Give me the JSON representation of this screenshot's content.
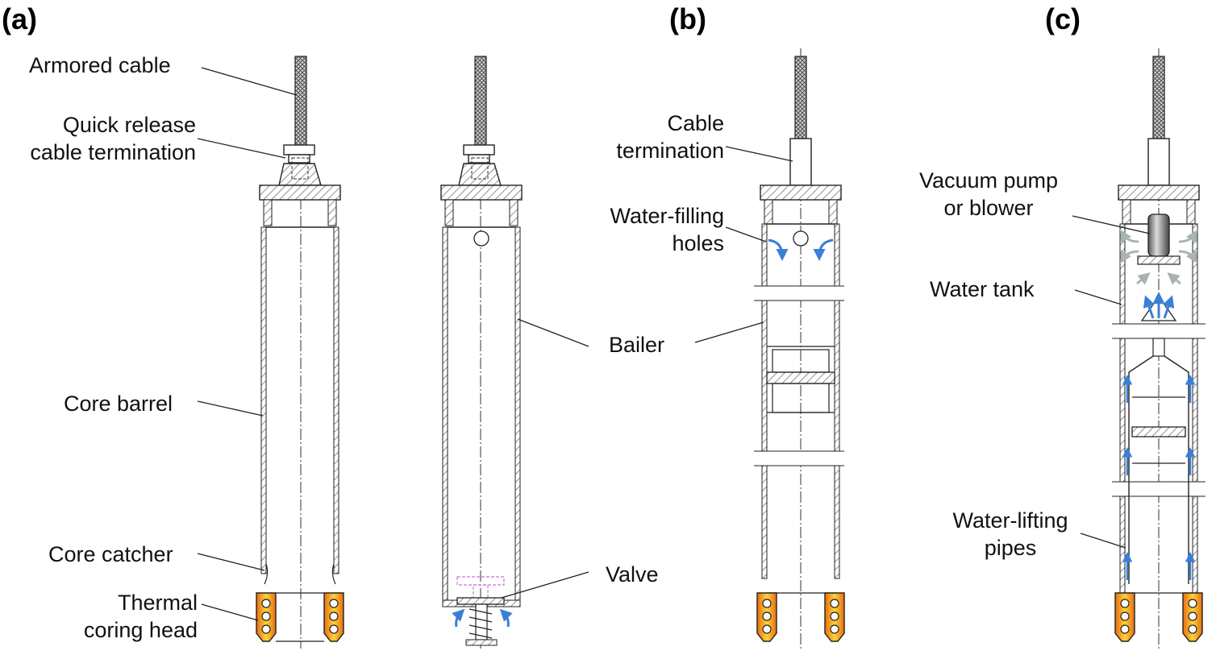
{
  "panels": [
    "(a)",
    "(b)",
    "(c)"
  ],
  "labels": {
    "armored_cable": "Armored cable",
    "quick_release_1": "Quick release",
    "quick_release_2": "cable termination",
    "core_barrel": "Core barrel",
    "core_catcher": "Core catcher",
    "thermal_head_1": "Thermal",
    "thermal_head_2": "coring head",
    "bailer": "Bailer",
    "valve": "Valve",
    "cable_termination_1": "Cable",
    "cable_termination_2": "termination",
    "water_filling_1": "Water-filling",
    "water_filling_2": "holes",
    "vacuum_pump_1": "Vacuum pump",
    "vacuum_pump_2": "or blower",
    "water_tank": "Water tank",
    "water_lifting_1": "Water-lifting",
    "water_lifting_2": "pipes"
  },
  "colors": {
    "line": "#222222",
    "hatch": "#555555",
    "flow_blue": "#3a7fd5",
    "flow_gray": "#a9b3b3",
    "head_orange": "#f08a1c",
    "head_yellow": "#ffd23a",
    "valve_pink": "#d48be0"
  }
}
